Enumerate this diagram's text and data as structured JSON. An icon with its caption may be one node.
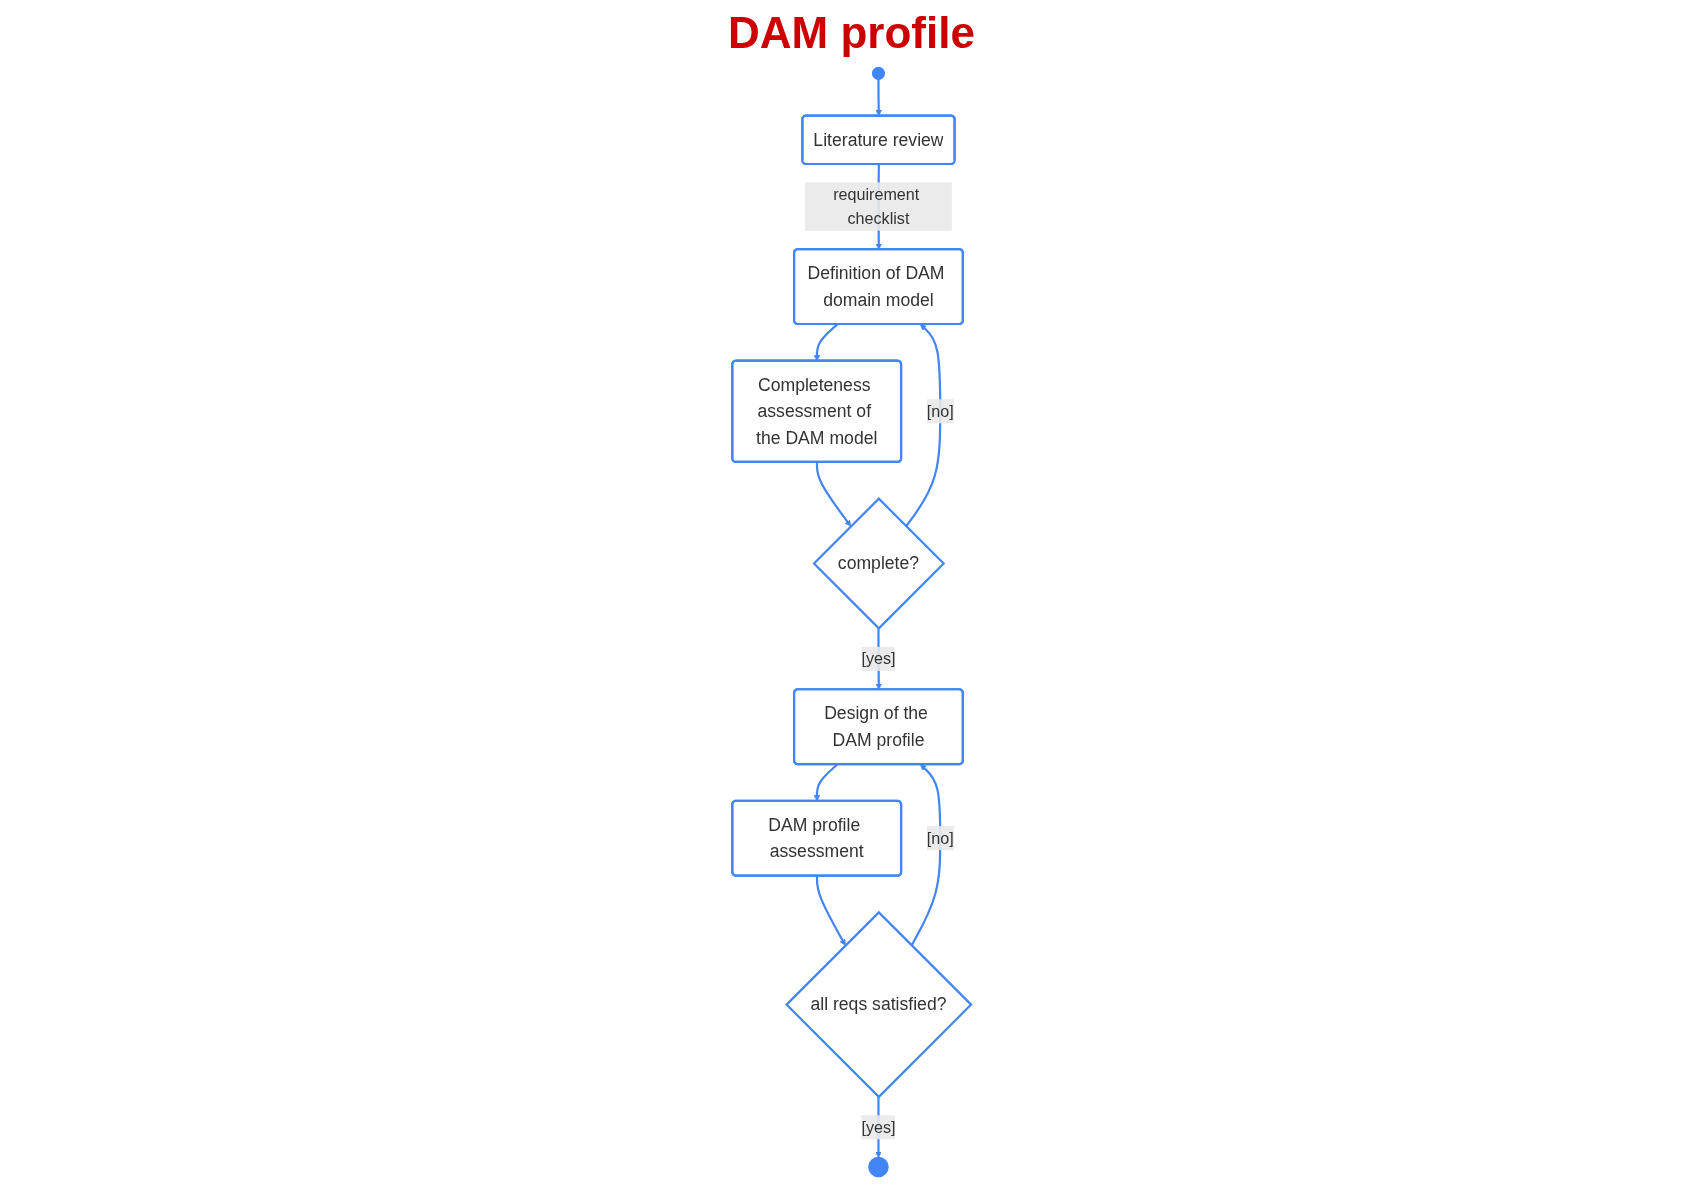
{
  "diagram": {
    "title": "DAM profile",
    "nodes": [
      {
        "text": [],
        "shape": "circle"
      },
      {
        "text": [
          "Literature review"
        ]
      },
      {
        "text": [
          "Definition of DAM domain model"
        ]
      },
      {
        "text": [
          "Completeness assessment of the DAM model"
        ]
      },
      {
        "text": [
          "complete?"
        ]
      },
      {
        "text": [
          "Design of the DAM profile"
        ]
      },
      {
        "text": [
          "DAM profile assessment"
        ]
      },
      {
        "text": [
          "all reqs satisfied?"
        ]
      },
      {
        "text": [],
        "shape": "circle"
      }
    ],
    "edges": [
      {
        "from": 0,
        "to": 1,
        "arrow": "to"
      },
      {
        "from": 1,
        "to": 2,
        "arrow": "to",
        "label": "requirement checklist"
      },
      {
        "from": 2,
        "to": 3,
        "arrow": "to"
      },
      {
        "from": 3,
        "to": 4,
        "arrow": "to"
      },
      {
        "from": 4,
        "to": 2,
        "arrow": "to",
        "label": "[no]"
      },
      {
        "from": 4,
        "to": 5,
        "arrow": "to",
        "label": "[yes]"
      },
      {
        "from": 5,
        "to": 6,
        "arrow": "to"
      },
      {
        "from": 6,
        "to": 7,
        "arrow": "to"
      },
      {
        "from": 7,
        "to": 5,
        "arrow": "to",
        "label": "[no]"
      },
      {
        "from": 7,
        "to": 8,
        "arrow": "to",
        "label": "[yes]"
      }
    ]
  }
}
